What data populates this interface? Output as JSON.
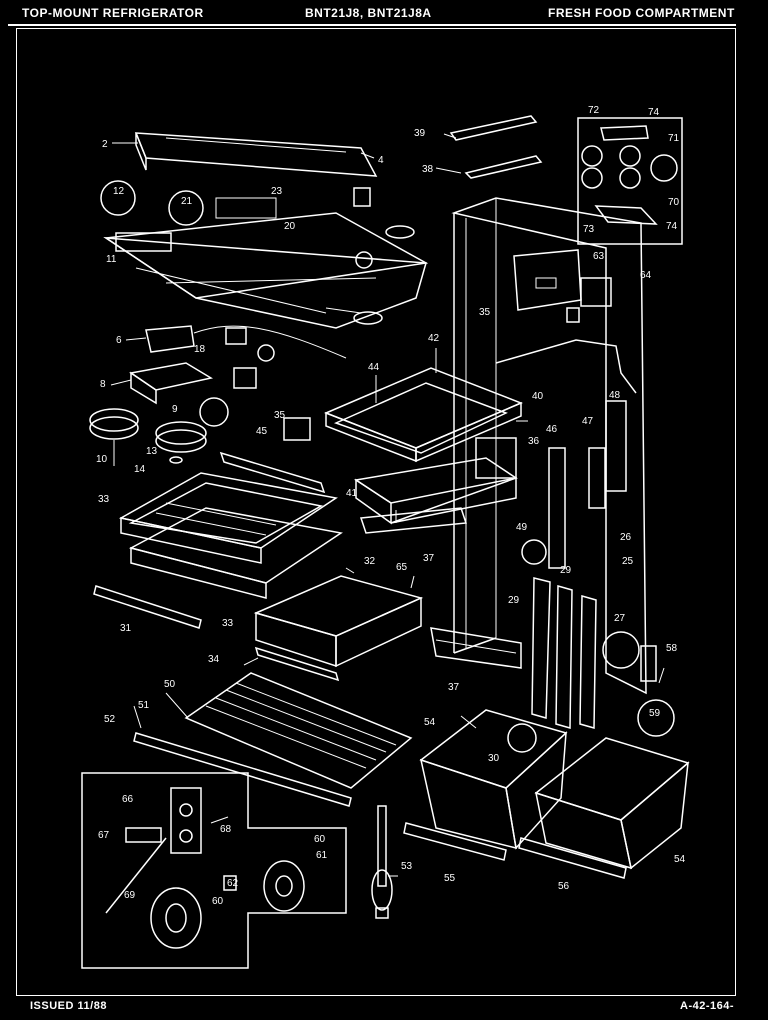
{
  "header": {
    "left": "TOP-MOUNT REFRIGERATOR",
    "middle": "BNT21J8, BNT21J8A",
    "right": "FRESH FOOD COMPARTMENT"
  },
  "footer": {
    "left": "ISSUED 11/88",
    "right": "A-42-164-"
  },
  "callouts": {
    "c2": "2",
    "c4": "4",
    "c6": "6",
    "c8": "8",
    "c9": "9",
    "c10": "10",
    "c11": "11",
    "c12": "12",
    "c13": "13",
    "c14": "14",
    "c18": "18",
    "c20": "20",
    "c21": "21",
    "c23": "23",
    "c25": "25",
    "c26": "26",
    "c27": "27",
    "c29": "29",
    "c30": "30",
    "c31": "31",
    "c32": "32",
    "c33a": "33",
    "c33b": "33",
    "c34": "34",
    "c35a": "35",
    "c35b": "35",
    "c36": "36",
    "c37a": "37",
    "c37b": "37",
    "c38": "38",
    "c39": "39",
    "c40": "40",
    "c41": "41",
    "c42": "42",
    "c44": "44",
    "c45": "45",
    "c46": "46",
    "c47": "47",
    "c48": "48",
    "c49": "49",
    "c50": "50",
    "c51": "51",
    "c52": "52",
    "c53": "53",
    "c54a": "54",
    "c54b": "54",
    "c55": "55",
    "c56": "56",
    "c58": "58",
    "c59": "59",
    "c60a": "60",
    "c60b": "60",
    "c61": "61",
    "c62": "62",
    "c63": "63",
    "c64": "64",
    "c65": "65",
    "c66": "66",
    "c67": "67",
    "c68": "68",
    "c69": "69",
    "c70": "70",
    "c71": "71",
    "c72": "72",
    "c73": "73",
    "c74a": "74",
    "c74b": "74"
  }
}
